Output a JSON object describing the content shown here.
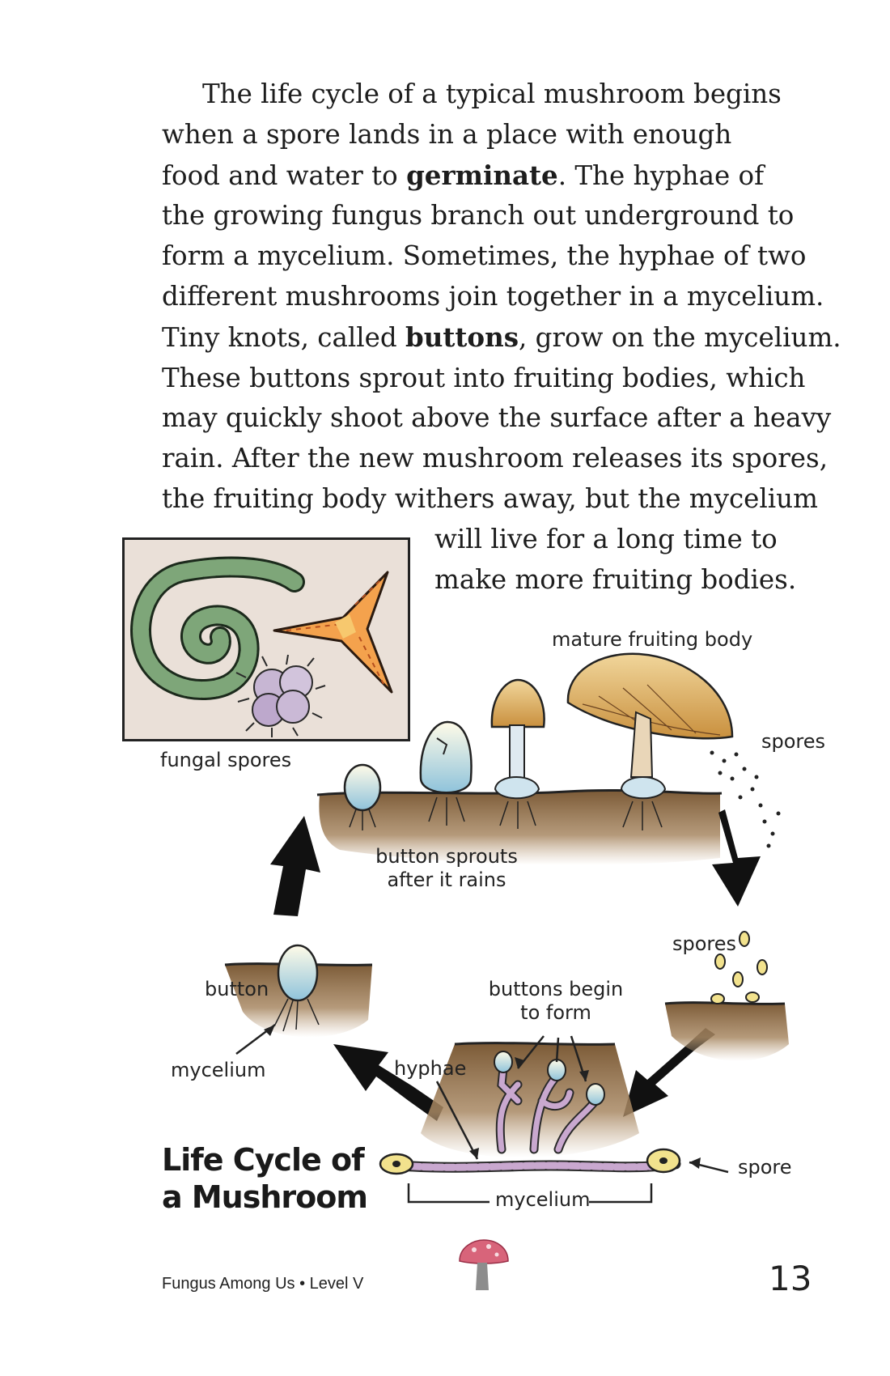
{
  "body": {
    "lines": [
      "The life cycle of a typical mushroom begins",
      "when a spore lands in a place with enough",
      "food and water to ",
      "germinate",
      ". The hyphae of",
      "the growing fungus branch out underground to",
      "form a mycelium. Sometimes, the hyphae of two",
      "different mushrooms join together in a mycelium.",
      "Tiny knots, called ",
      "buttons",
      ", grow on the mycelium.",
      "These buttons sprout into fruiting bodies, which",
      "may quickly shoot above the surface after a heavy",
      "rain. After the new mushroom releases its spores,",
      "the fruiting body withers away, but the mycelium",
      "will live for a long time to",
      "make more fruiting bodies."
    ]
  },
  "labels": {
    "fungal_spores": "fungal spores",
    "mature_fruiting_body": "mature fruiting body",
    "spores_top": "spores",
    "button_sprouts_1": "button sprouts",
    "button_sprouts_2": "after it rains",
    "spores_right": "spores",
    "button": "button",
    "mycelium_left": "mycelium",
    "buttons_begin_1": "buttons begin",
    "buttons_begin_2": "to form",
    "hyphae": "hyphae",
    "spore": "spore",
    "mycelium_bottom": "mycelium"
  },
  "title": {
    "line1": "Life Cycle of",
    "line2": "a Mushroom"
  },
  "footer": {
    "book": "Fungus Among Us • Level V",
    "page_number": "13"
  }
}
